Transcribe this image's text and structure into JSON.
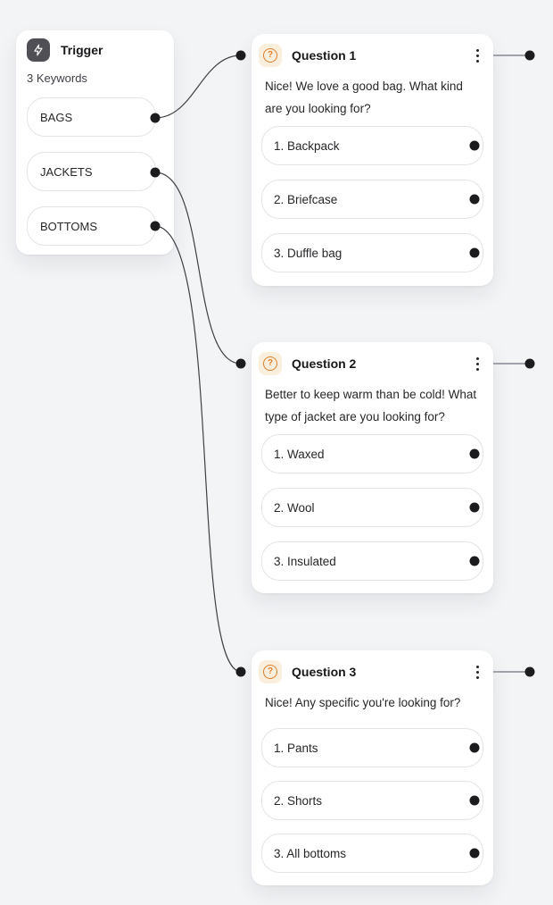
{
  "trigger": {
    "title": "Trigger",
    "subtitle": "3 Keywords",
    "icon": "lightning-bolt-icon",
    "keywords": [
      "BAGS",
      "JACKETS",
      "BOTTOMS"
    ]
  },
  "questions": [
    {
      "title": "Question 1",
      "icon": "question-mark-icon",
      "text": "Nice! We love a good bag. What kind are you looking for?",
      "options": [
        "1. Backpack",
        "2. Briefcase",
        "3. Duffle bag"
      ]
    },
    {
      "title": "Question 2",
      "icon": "question-mark-icon",
      "text": "Better to keep warm than be cold! What type of jacket are you looking for?",
      "options": [
        "1. Waxed",
        "2. Wool",
        "3. Insulated"
      ]
    },
    {
      "title": "Question 3",
      "icon": "question-mark-icon",
      "text": "Nice! Any specific you're looking for?",
      "options": [
        "1. Pants",
        "2. Shorts",
        "3. All bottoms"
      ]
    }
  ],
  "icons": {
    "question_glyph": "?",
    "menu": "kebab-menu"
  },
  "colors": {
    "canvas_bg": "#f3f4f6",
    "card_bg": "#ffffff",
    "accent_orange": "#df7f2e",
    "accent_orange_bg": "#faefdc",
    "trigger_icon_bg": "#4f4f55",
    "port_black": "#1c1c1f",
    "wire_gray": "#3f3f46",
    "stub_gray": "#a1a1aa",
    "pill_border": "#e4e4e7"
  }
}
